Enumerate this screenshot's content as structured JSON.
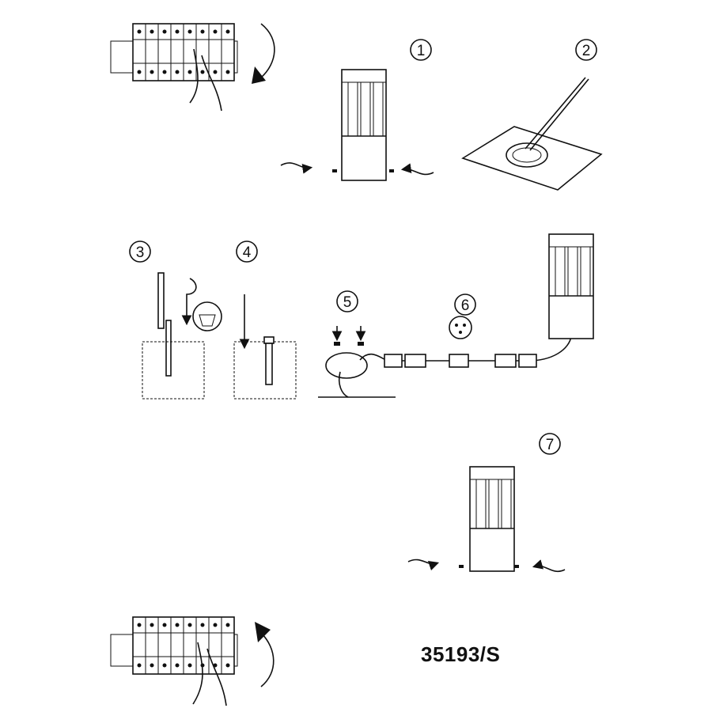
{
  "steps": [
    {
      "number": "1"
    },
    {
      "number": "2"
    },
    {
      "number": "3"
    },
    {
      "number": "4"
    },
    {
      "number": "5"
    },
    {
      "number": "6"
    },
    {
      "number": "7"
    }
  ],
  "model_number": "35193/S"
}
